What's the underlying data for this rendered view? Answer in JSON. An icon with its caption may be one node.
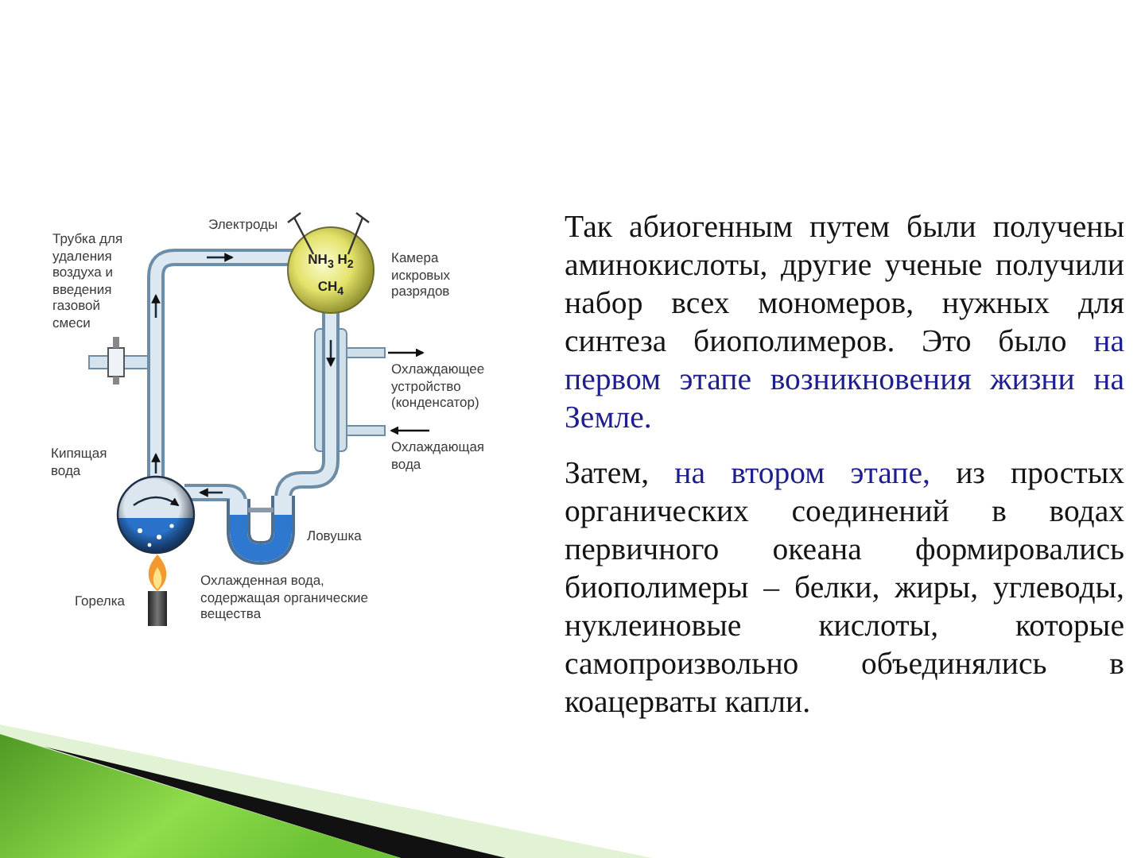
{
  "diagram": {
    "labels": [
      "Электроды",
      "Трубка для удаления воздуха и введения газовой смеси",
      "NH$_{3}$ H$_{2}$ CH$_{4}$",
      "Камера искровых разрядов",
      "Охлаждающее устройство (конденсатор)",
      "Охлаждающая вода",
      "Кипящая вода",
      "Ловушка",
      "Охлажденная вода, содержащая органические вещества",
      "Горелка",
      "Так абиогенным путем были получены аминокислоты, другие ученые получили набор всех мономеров, нужных для синтеза биополимеров. Это было",
      "на первом этапе возникновения жизни на Земле.",
      "Затем,",
      "на втором этапе,",
      "из простых органических соединений в водах первичного океана формировались биополимеры – белки, жиры, углеводы, нуклеиновые кислоты, которые самопроизвольно объединялись в коацерваты капли."
    ]
  }
}
